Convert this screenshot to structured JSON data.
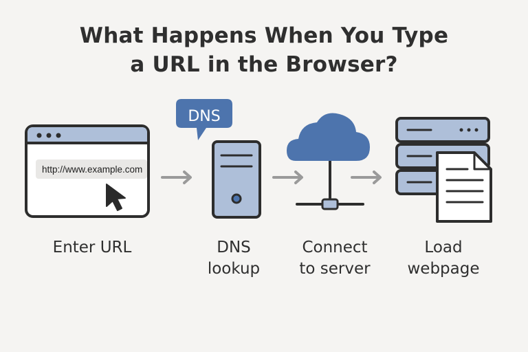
{
  "title": {
    "line1": "What Happens When You Type",
    "line2": "a URL in the Browser?"
  },
  "browser": {
    "url": "http://www.example.com"
  },
  "dns_bubble": "DNS",
  "steps": [
    {
      "label_line1": "Enter URL",
      "label_line2": ""
    },
    {
      "label_line1": "DNS",
      "label_line2": "lookup"
    },
    {
      "label_line1": "Connect",
      "label_line2": "to server"
    },
    {
      "label_line1": "Load",
      "label_line2": "webpage"
    }
  ],
  "colors": {
    "accent_blue": "#4d74ad",
    "light_blue": "#aebfd9",
    "outline": "#2d2d2d",
    "arrow_gray": "#9a9a9a",
    "background": "#f5f4f2"
  },
  "icons": [
    "browser-window-icon",
    "mouse-cursor-icon",
    "dns-server-icon",
    "cloud-network-icon",
    "server-stack-icon",
    "document-icon",
    "arrow-right-icon"
  ]
}
